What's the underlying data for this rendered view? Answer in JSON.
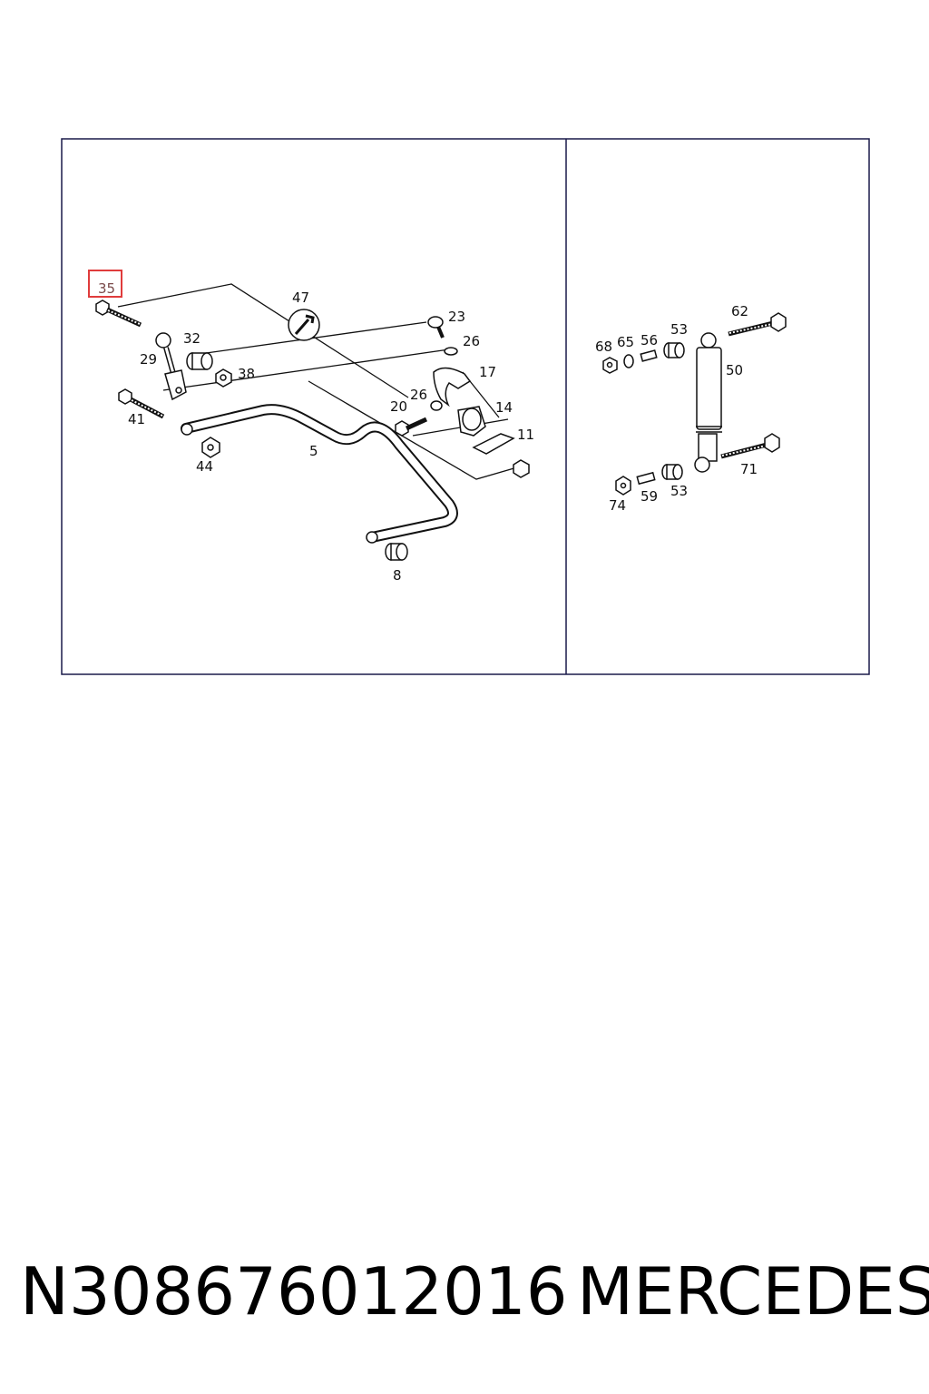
{
  "diagram": {
    "highlighted_label": "35",
    "highlight_color": "#e03c3c",
    "border_color": "#1a1a4a",
    "left_panel_labels": {
      "l35": "35",
      "l47": "47",
      "l23": "23",
      "l26a": "26",
      "l32": "32",
      "l29": "29",
      "l38": "38",
      "l17": "17",
      "l26b": "26",
      "l41": "41",
      "l20": "20",
      "l14": "14",
      "l11": "11",
      "l5": "5",
      "l44": "44",
      "l8": "8"
    },
    "right_panel_labels": {
      "l62": "62",
      "l53a": "53",
      "l68": "68",
      "l65": "65",
      "l56": "56",
      "l50": "50",
      "l71": "71",
      "l74": "74",
      "l59": "59",
      "l53b": "53"
    }
  },
  "caption": {
    "part_number": "N308676012016",
    "brand": "MERCEDES"
  }
}
